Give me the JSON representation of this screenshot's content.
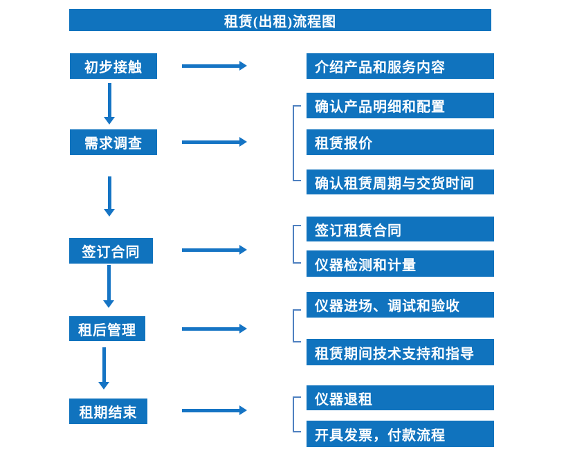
{
  "title": "租赁(出租)流程图",
  "colors": {
    "box_blue": "#1073be",
    "arrow_blue": "#1574c4",
    "bracket_blue": "#4e80c0",
    "text_white": "#ffffff",
    "background": "#ffffff"
  },
  "flow": {
    "stages": [
      {
        "label": "初步接触",
        "details": [
          "介绍产品和服务内容"
        ]
      },
      {
        "label": "需求调查",
        "details": [
          "确认产品明细和配置",
          "租赁报价",
          "确认租赁周期与交货时间"
        ]
      },
      {
        "label": "签订合同",
        "details": [
          "签订租赁合同",
          "仪器检测和计量"
        ]
      },
      {
        "label": "租后管理",
        "details": [
          "仪器进场、调试和验收",
          "租赁期间技术支持和指导"
        ]
      },
      {
        "label": "租期结束",
        "details": [
          "仪器退租",
          "开具发票，付款流程"
        ]
      }
    ]
  }
}
